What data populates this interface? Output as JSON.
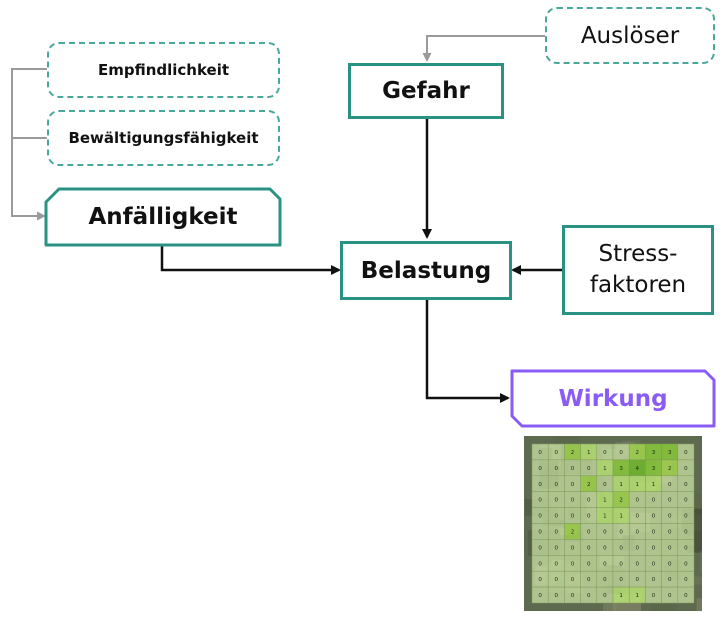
{
  "nodes": {
    "trigger": "Auslöser",
    "hazard": "Gefahr",
    "sensitivity": "Empfindlichkeit",
    "coping": "Bewältigungsfähigkeit",
    "vulnerability": "Anfälligkeit",
    "exposure": "Belastung",
    "stressors": "Stress-\nfaktoren",
    "impact": "Wirkung"
  },
  "colors": {
    "teal": "#2a9283",
    "teal_dashed": "#4aa89a",
    "purple": "#8a5cf6",
    "gray_connector": "#9a9a9a",
    "arrow": "#111111"
  },
  "grid": {
    "rows": [
      [
        0,
        0,
        2,
        1,
        0,
        0,
        2,
        3,
        3,
        0
      ],
      [
        0,
        0,
        0,
        0,
        1,
        3,
        4,
        3,
        2,
        0
      ],
      [
        0,
        0,
        0,
        2,
        0,
        1,
        1,
        1,
        0,
        0
      ],
      [
        0,
        0,
        0,
        0,
        1,
        2,
        0,
        0,
        0,
        0
      ],
      [
        0,
        0,
        0,
        0,
        1,
        1,
        0,
        0,
        0,
        0
      ],
      [
        0,
        0,
        2,
        0,
        0,
        0,
        0,
        0,
        0,
        0
      ],
      [
        0,
        0,
        0,
        0,
        0,
        0,
        0,
        0,
        0,
        0
      ],
      [
        0,
        0,
        0,
        0,
        0,
        0,
        0,
        0,
        0,
        0
      ],
      [
        0,
        0,
        0,
        0,
        0,
        0,
        0,
        0,
        0,
        0
      ],
      [
        0,
        0,
        0,
        0,
        0,
        1,
        1,
        0,
        0,
        0
      ]
    ]
  }
}
